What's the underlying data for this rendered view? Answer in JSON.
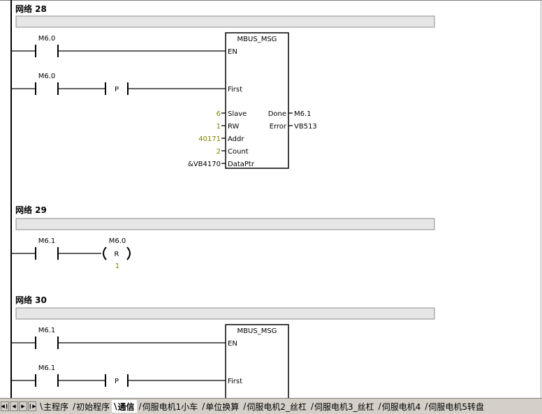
{
  "networks": [
    {
      "title": "网络 28",
      "rungs": [
        {
          "contact": "M6.0"
        },
        {
          "contact": "M6.0",
          "edge": "P"
        }
      ],
      "block": {
        "name": "MBUS_MSG",
        "pins_left": [
          "EN",
          "First",
          "Slave",
          "RW",
          "Addr",
          "Count",
          "DataPtr"
        ],
        "pins_right": [
          "Done",
          "Error"
        ],
        "params_in": [
          "6",
          "1",
          "40171",
          "2",
          "&VB4170"
        ],
        "params_out": [
          "M6.1",
          "VB513"
        ]
      }
    },
    {
      "title": "网络 29",
      "rungs": [
        {
          "contact": "M6.1",
          "coil_addr": "M6.0",
          "coil_type": "R",
          "coil_count": "1"
        }
      ]
    },
    {
      "title": "网络 30",
      "rungs": [
        {
          "contact": "M6.1"
        },
        {
          "contact": "M6.1",
          "edge": "P"
        }
      ],
      "block": {
        "name": "MBUS_MSG",
        "pins_left": [
          "EN",
          "First"
        ]
      }
    }
  ],
  "tabbar": {
    "nav_icons": [
      "first-icon",
      "prev-icon",
      "next-icon",
      "last-icon"
    ],
    "tabs": [
      "主程序",
      "初始程序",
      "通信",
      "伺服电机1小车",
      "单位换算",
      "伺服电机2_丝杠",
      "伺服电机3_丝杠",
      "伺服电机4",
      "伺服电机5转盘"
    ],
    "active_index": 2
  }
}
